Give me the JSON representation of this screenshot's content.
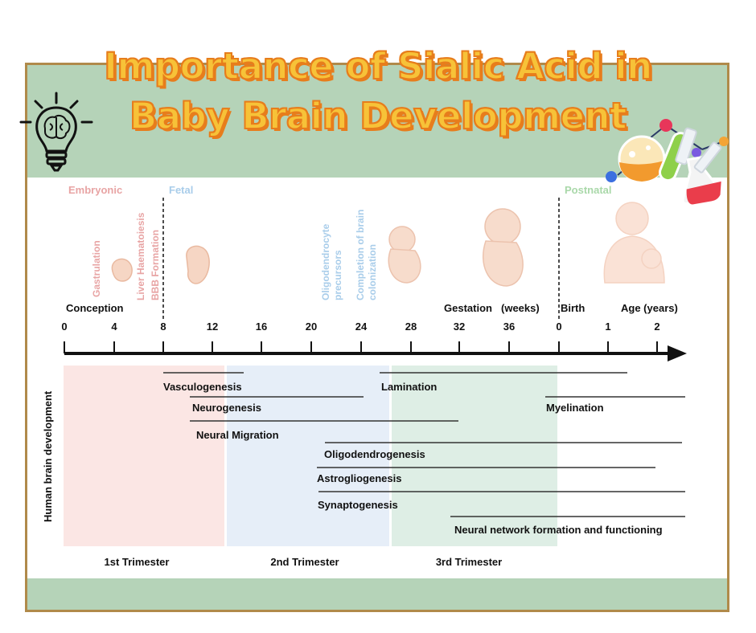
{
  "title": {
    "line1": "Importance of Sialic Acid in",
    "line2": "Baby Brain Development"
  },
  "phases": {
    "embryonic": "Embryonic",
    "fetal": "Fetal",
    "postnatal": "Postnatal"
  },
  "events": {
    "gastrulation": "Gastrulation",
    "liver": "Liver Haematoiesis",
    "bbb": "BBB Formation",
    "oligo_precursors_1": "Oligodendrocyte",
    "oligo_precursors_2": "precursors",
    "brain_colonization_1": "Completion of brain",
    "brain_colonization_2": "colonization"
  },
  "axis": {
    "conception": "Conception",
    "gestation": "Gestation",
    "weeks": "(weeks)",
    "birth": "Birth",
    "age": "Age (years)",
    "week_ticks": [
      "0",
      "4",
      "8",
      "12",
      "16",
      "20",
      "24",
      "28",
      "32",
      "36"
    ],
    "birth_tick": "0",
    "year_ticks": [
      "1",
      "2"
    ]
  },
  "y_label": "Human brain development",
  "processes": [
    {
      "label": "Vasculogenesis",
      "start": "8 weeks",
      "end": "15 weeks"
    },
    {
      "label": "Neurogenesis",
      "start": "10 weeks",
      "end": "24 weeks"
    },
    {
      "label": "Neural Migration",
      "start": "10 weeks",
      "end": "32 weeks"
    },
    {
      "label": "Lamination",
      "start": "26 weeks",
      "end": "1.4 years"
    },
    {
      "label": "Myelination",
      "start": "38 weeks",
      "end": "2.5 years"
    },
    {
      "label": "Oligodendrogenesis",
      "start": "21 weeks",
      "end": "2.5 years"
    },
    {
      "label": "Astrogliogenesis",
      "start": "20 weeks",
      "end": "2 years"
    },
    {
      "label": "Synaptogenesis",
      "start": "20 weeks",
      "end": "2.5 years"
    },
    {
      "label": "Neural network formation and functioning",
      "start": "32 weeks",
      "end": "2.5 years"
    }
  ],
  "trimesters": [
    "1st Trimester",
    "2nd Trimester",
    "3rd Trimester"
  ],
  "colors": {
    "title_fill": "#f7c238",
    "title_outline": "#e77d1c",
    "band": "#b5d3b8",
    "frame": "#b08a4a",
    "embryonic": "#e8a4a4",
    "fetal": "#a9cdea",
    "postnatal": "#a9d8a9",
    "trimester1": "#fbe6e4",
    "trimester2": "#e6eef8",
    "trimester3": "#deeee5"
  },
  "icons": [
    "brain-lightbulb-icon",
    "chemistry-flask-icon",
    "embryo-icon",
    "fetus-icon",
    "mother-baby-icon"
  ]
}
